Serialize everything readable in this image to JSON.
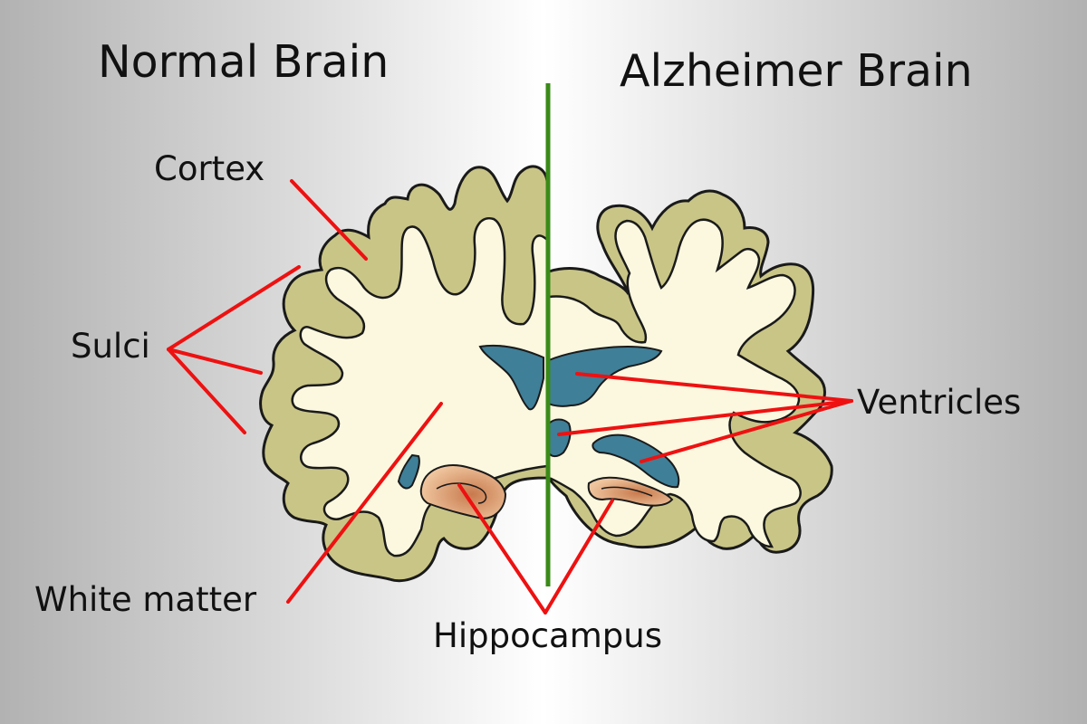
{
  "titles": {
    "normal": "Normal Brain",
    "alzheimer": "Alzheimer Brain"
  },
  "labels": {
    "cortex": "Cortex",
    "sulci": "Sulci",
    "white_matter": "White matter",
    "ventricles": "Ventricles",
    "hippocampus": "Hippocampus"
  },
  "colors": {
    "cortex": "#c9c587",
    "white_matter": "#fbf8df",
    "ventricle": "#3f7f98",
    "hippocampus": "#d9a077",
    "divider": "#3a8a18",
    "pointer": "#ee1111",
    "outline": "#1a1a1a"
  }
}
